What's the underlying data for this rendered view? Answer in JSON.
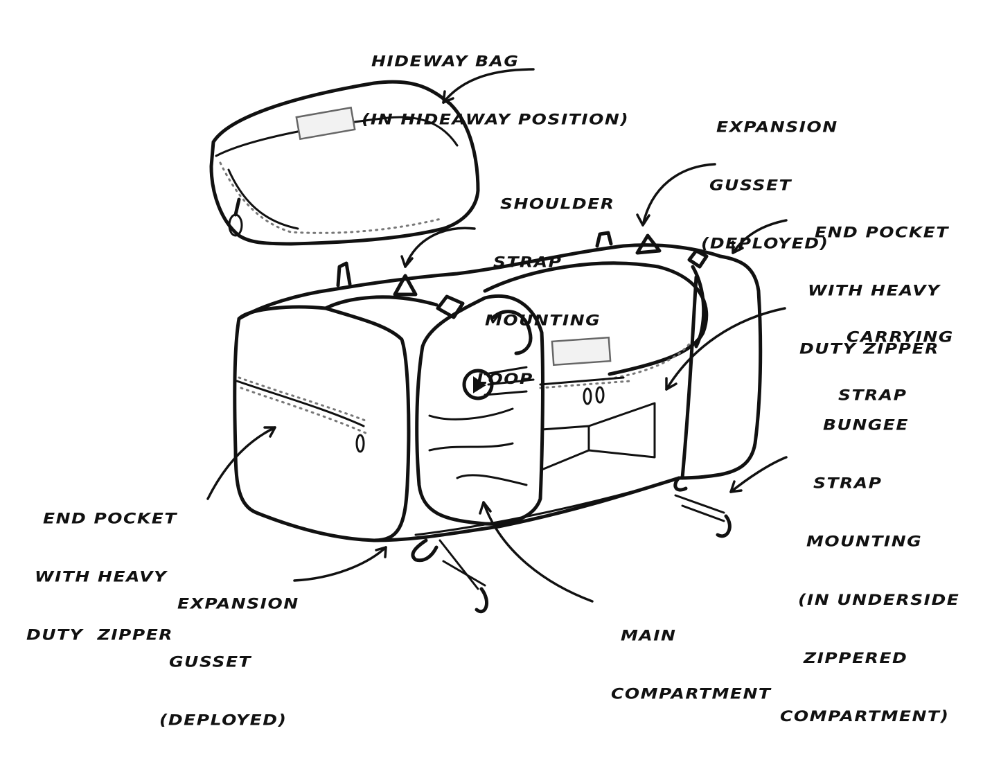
{
  "diagram": {
    "subject": "Duffel bag with labeled features",
    "colors": {
      "ink": "#111111",
      "background": "#ffffff",
      "stipple": "#777777"
    },
    "labels": {
      "hideway_bag": [
        "HIDEWAY BAG",
        "(IN HIDEAWAY POSITION)"
      ],
      "expansion_gusset_top": [
        "EXPANSION",
        "GUSSET",
        "(DEPLOYED)"
      ],
      "shoulder_strap_loop": [
        "SHOULDER",
        "STRAP",
        "MOUNTING",
        "LOOP"
      ],
      "end_pocket_right": [
        "END POCKET",
        "WITH HEAVY",
        "DUTY ZIPPER"
      ],
      "carrying_strap": [
        "CARRYING",
        "STRAP"
      ],
      "bungee_strap_mounting": [
        "BUNGEE",
        "STRAP",
        "MOUNTING",
        "(IN UNDERSIDE",
        "ZIPPERED",
        "COMPARTMENT)"
      ],
      "end_pocket_left": [
        "END POCKET",
        "WITH HEAVY",
        "DUTY  ZIPPER"
      ],
      "expansion_gusset_bottom": [
        "EXPANSION",
        "GUSSET",
        "(DEPLOYED)"
      ],
      "main_compartment": [
        "MAIN",
        "COMPARTMENT"
      ]
    }
  }
}
